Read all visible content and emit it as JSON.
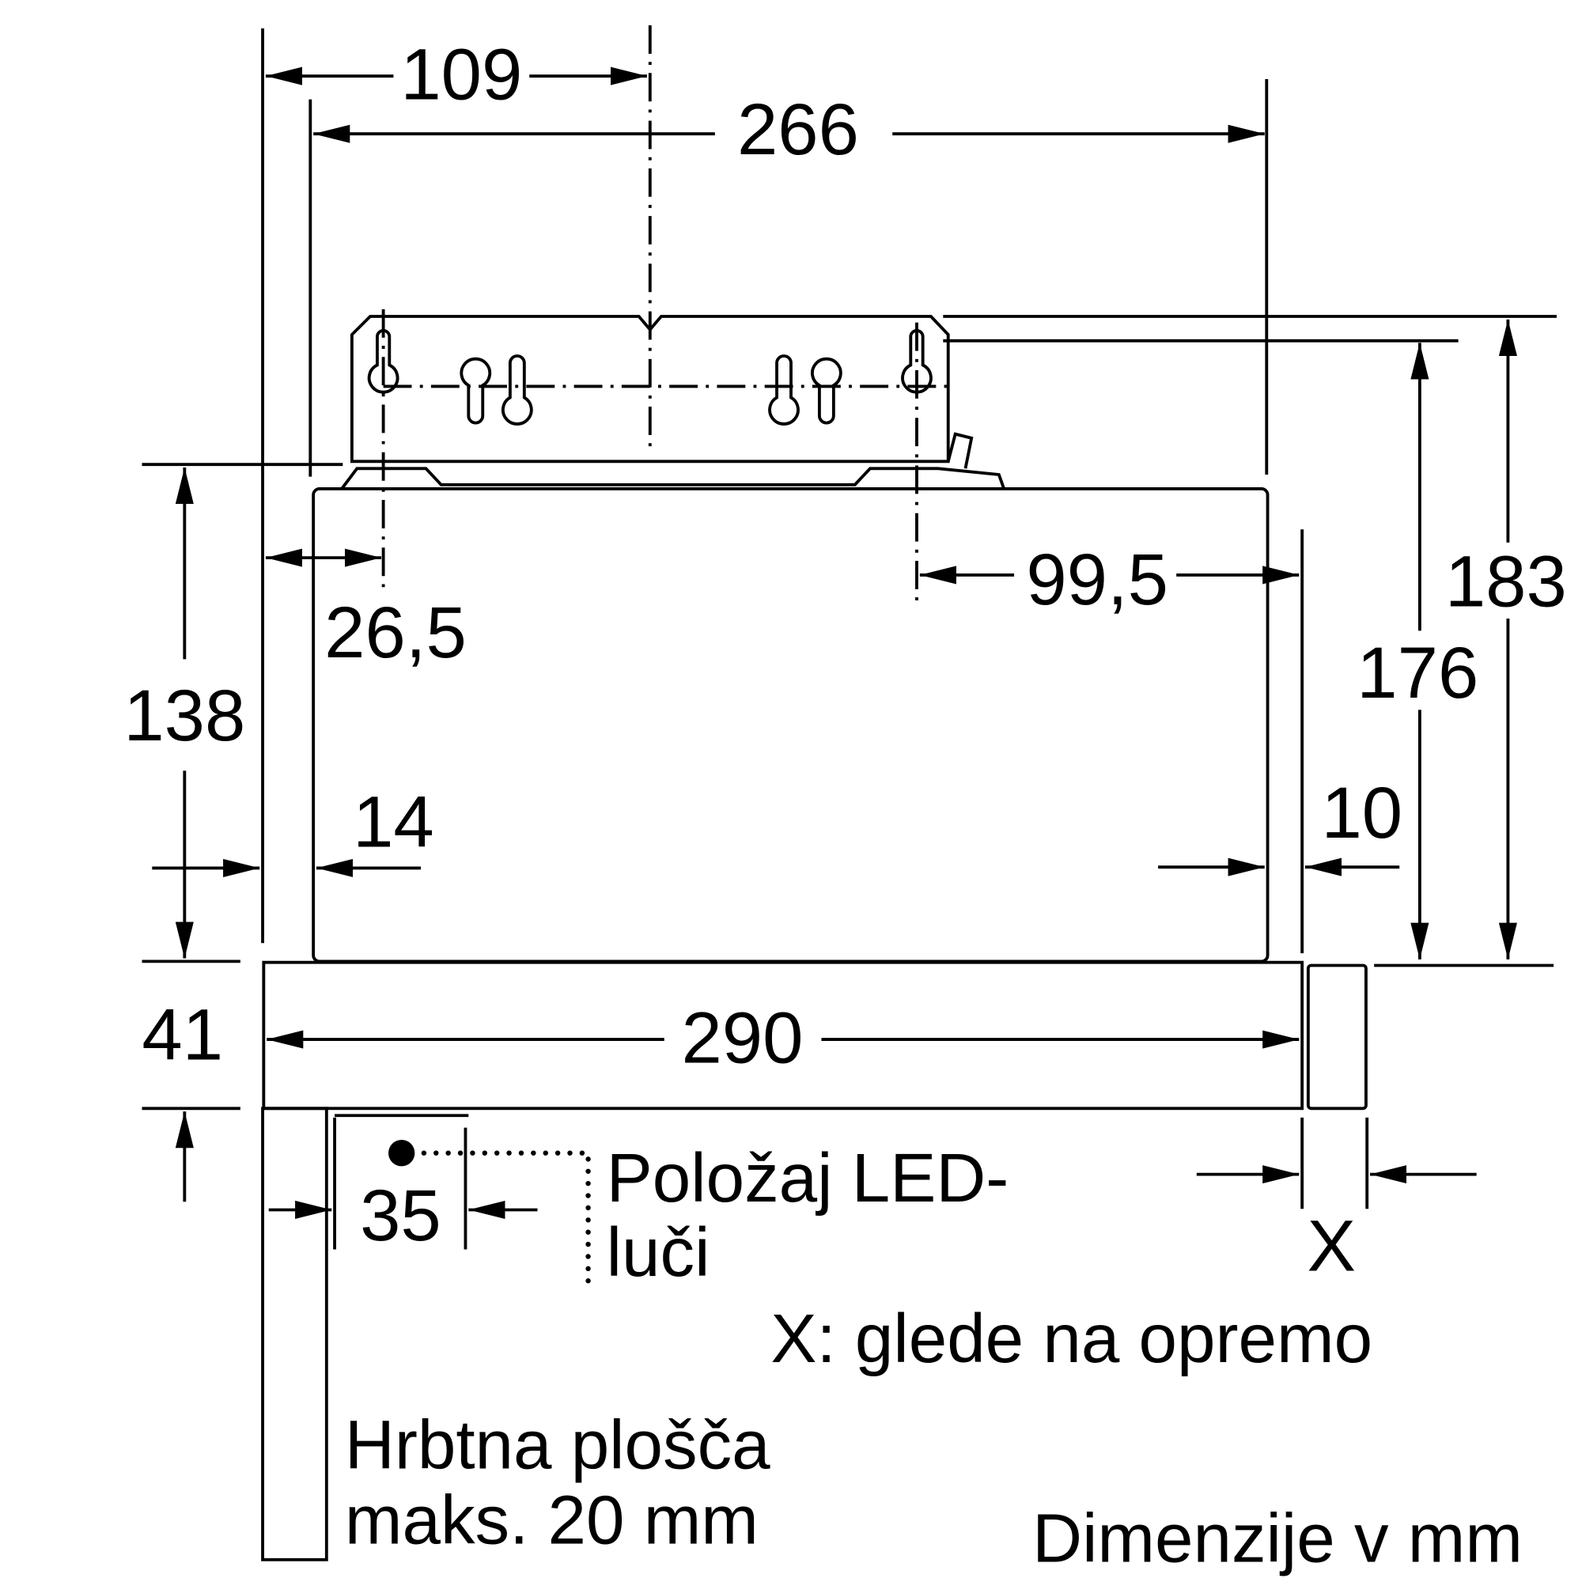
{
  "dimensions": {
    "d109": "109",
    "d266": "266",
    "d26_5": "26,5",
    "d99_5": "99,5",
    "d183": "183",
    "d176": "176",
    "d138": "138",
    "d14": "14",
    "d10": "10",
    "d41": "41",
    "d290": "290",
    "d35": "35",
    "dX": "X"
  },
  "labels": {
    "led_line1": "Položaj LED-",
    "led_line2": "luči",
    "x_note": "X: glede na opremo",
    "back_line1": "Hrbtna plošča",
    "back_line2": "maks. 20 mm",
    "units": "Dimenzije v mm"
  }
}
